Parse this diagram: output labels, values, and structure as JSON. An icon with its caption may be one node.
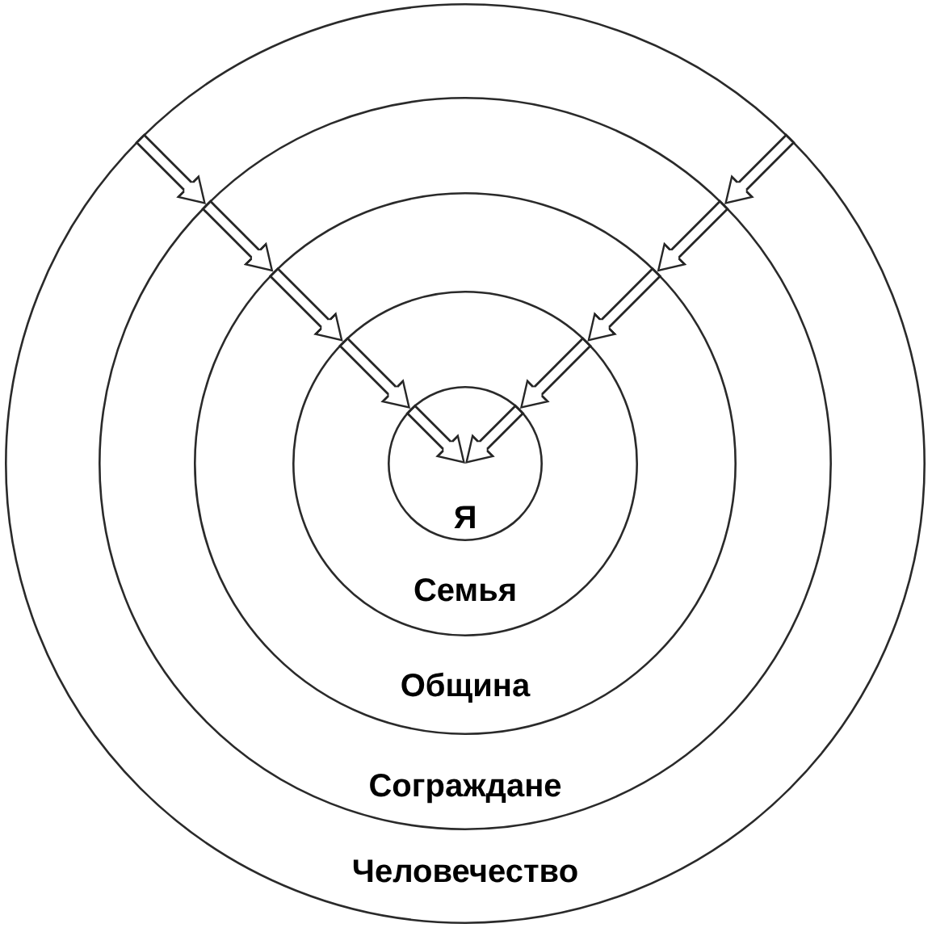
{
  "diagram": {
    "nodes": [
      {
        "text": [
          "Человечество"
        ]
      },
      {
        "text": [
          "Сограждане"
        ],
        "in": 0
      },
      {
        "text": [
          "Община"
        ],
        "in": 1
      },
      {
        "text": [
          "Семья"
        ],
        "in": 2
      },
      {
        "text": [
          "Я"
        ],
        "in": 3
      }
    ],
    "edges": [
      {
        "from": 0,
        "to": 1,
        "arrow": "to"
      },
      {
        "from": 1,
        "to": 2,
        "arrow": "to"
      },
      {
        "from": 2,
        "to": 3,
        "arrow": "to"
      },
      {
        "from": 3,
        "to": 4,
        "arrow": "to"
      },
      {
        "from": null,
        "to": 4,
        "arrow": "to"
      },
      {
        "from": 0,
        "to": 1,
        "arrow": "to"
      },
      {
        "from": 1,
        "to": 2,
        "arrow": "to"
      },
      {
        "from": 2,
        "to": 3,
        "arrow": "to"
      },
      {
        "from": 3,
        "to": 4,
        "arrow": "to"
      },
      {
        "from": null,
        "to": 4,
        "arrow": "to"
      }
    ]
  }
}
